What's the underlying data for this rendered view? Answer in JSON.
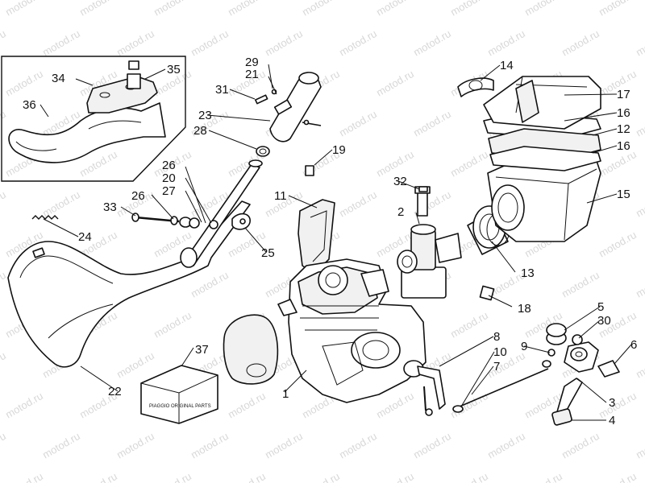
{
  "watermark": "motod.ru",
  "callouts": [
    {
      "id": "1",
      "text": "1"
    },
    {
      "id": "2",
      "text": "2"
    },
    {
      "id": "3",
      "text": "3"
    },
    {
      "id": "4",
      "text": "4"
    },
    {
      "id": "5",
      "text": "5"
    },
    {
      "id": "6",
      "text": "6"
    },
    {
      "id": "7",
      "text": "7"
    },
    {
      "id": "8",
      "text": "8"
    },
    {
      "id": "9",
      "text": "9"
    },
    {
      "id": "10",
      "text": "10"
    },
    {
      "id": "11",
      "text": "11"
    },
    {
      "id": "12",
      "text": "12"
    },
    {
      "id": "13",
      "text": "13"
    },
    {
      "id": "14",
      "text": "14"
    },
    {
      "id": "15",
      "text": "15"
    },
    {
      "id": "16a",
      "text": "16"
    },
    {
      "id": "16b",
      "text": "16"
    },
    {
      "id": "17",
      "text": "17"
    },
    {
      "id": "18",
      "text": "18"
    },
    {
      "id": "19",
      "text": "19"
    },
    {
      "id": "20",
      "text": "20"
    },
    {
      "id": "21",
      "text": "21"
    },
    {
      "id": "22",
      "text": "22"
    },
    {
      "id": "23",
      "text": "23"
    },
    {
      "id": "24",
      "text": "24"
    },
    {
      "id": "25",
      "text": "25"
    },
    {
      "id": "26a",
      "text": "26"
    },
    {
      "id": "26b",
      "text": "26"
    },
    {
      "id": "27",
      "text": "27"
    },
    {
      "id": "28",
      "text": "28"
    },
    {
      "id": "29",
      "text": "29"
    },
    {
      "id": "30",
      "text": "30"
    },
    {
      "id": "31",
      "text": "31"
    },
    {
      "id": "32",
      "text": "32"
    },
    {
      "id": "33",
      "text": "33"
    },
    {
      "id": "34",
      "text": "34"
    },
    {
      "id": "35",
      "text": "35"
    },
    {
      "id": "36",
      "text": "36"
    },
    {
      "id": "37",
      "text": "37"
    }
  ]
}
